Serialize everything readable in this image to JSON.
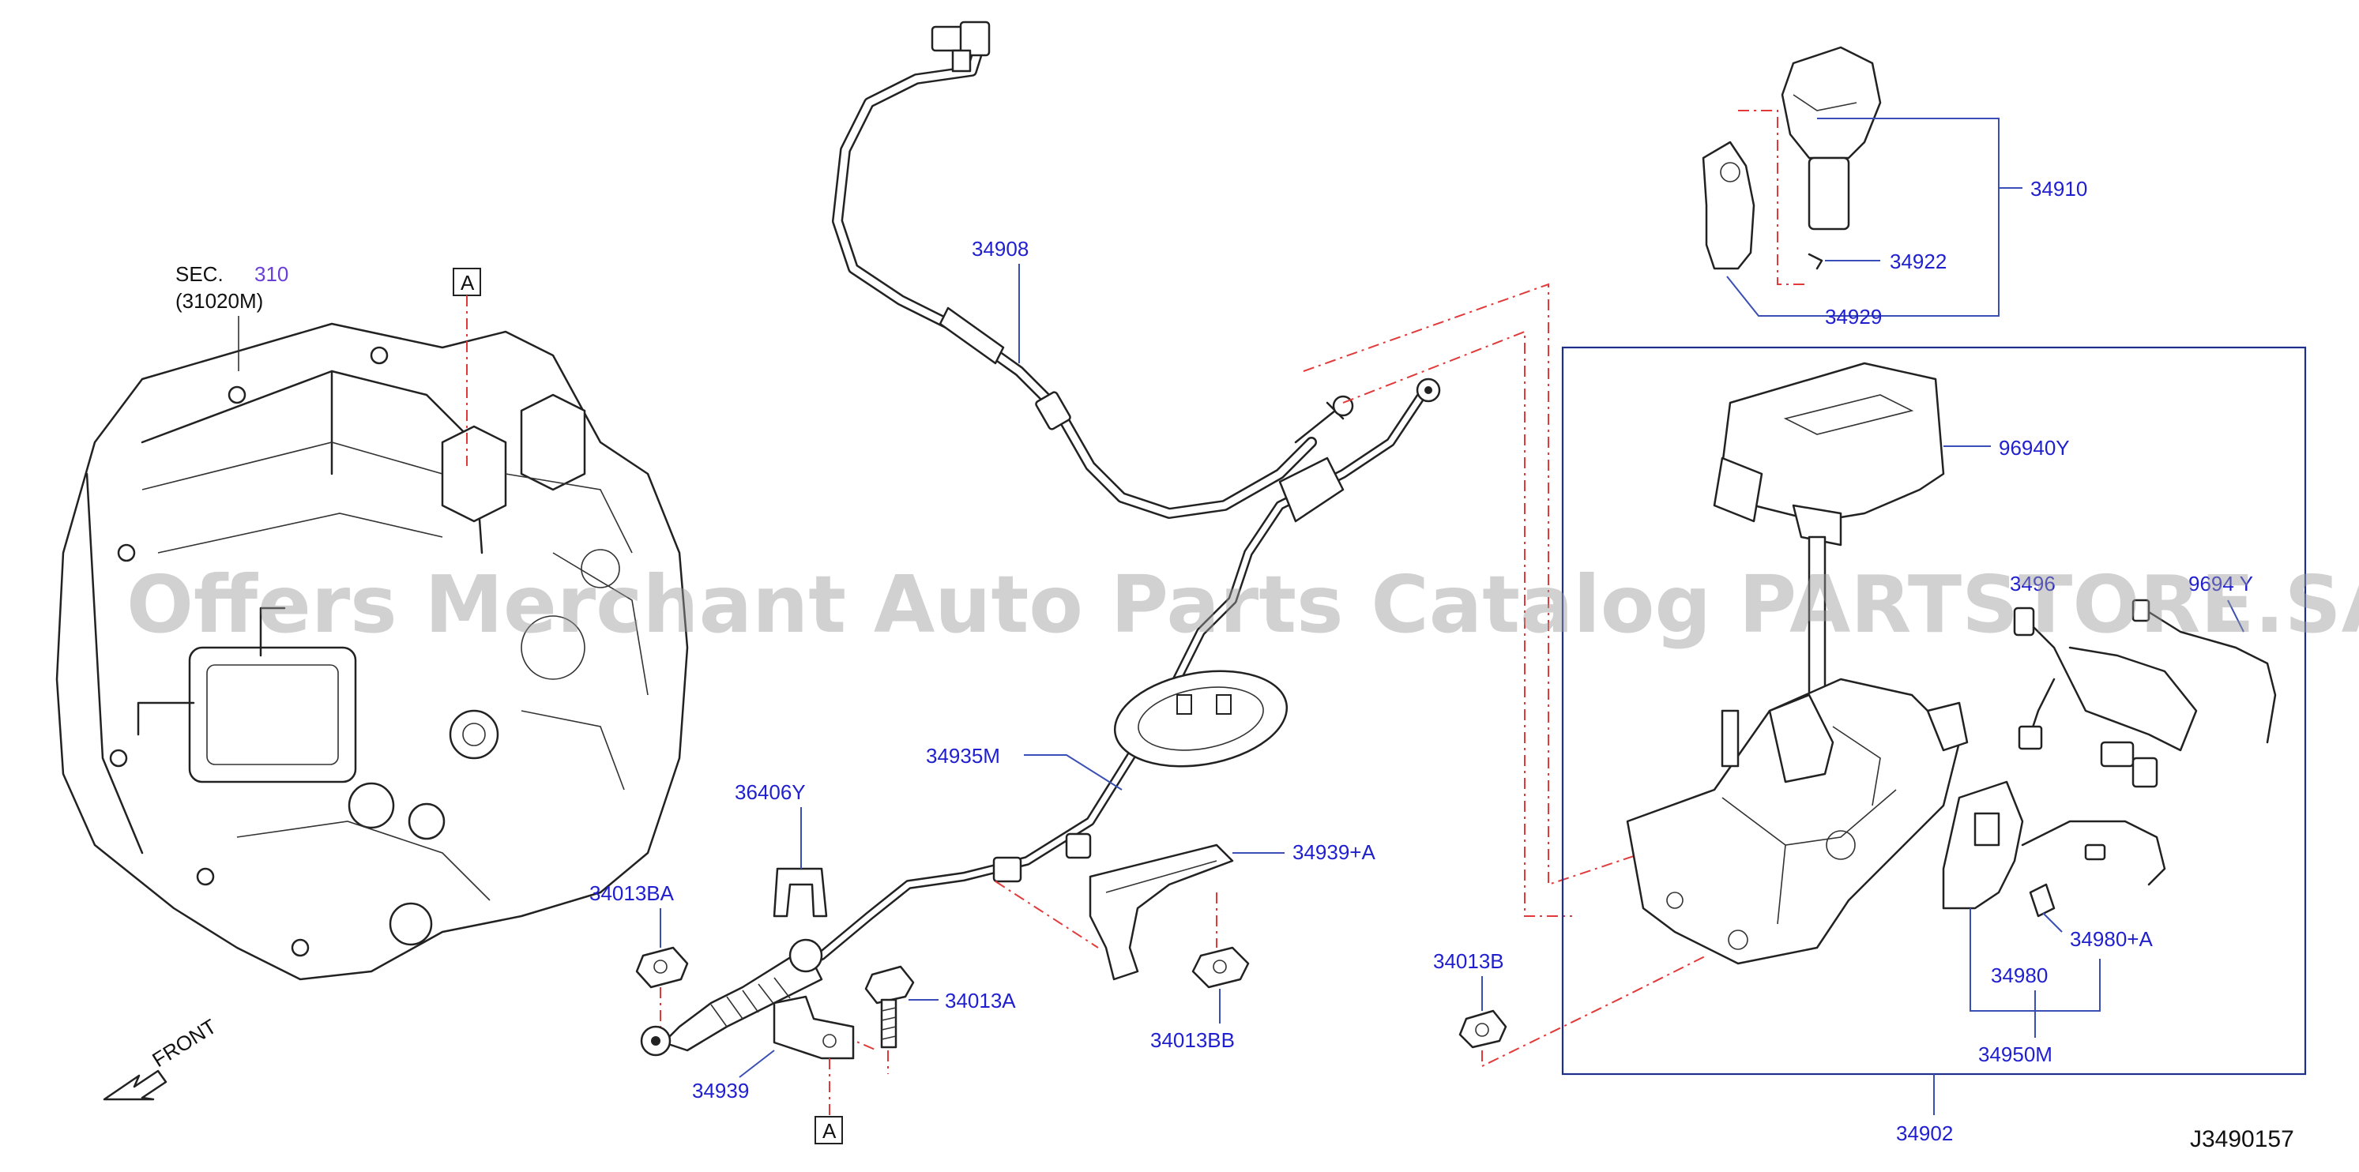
{
  "sec": {
    "prefix": "SEC.",
    "number": "310",
    "sub": "(31020M)"
  },
  "markers": {
    "a_top": "A",
    "a_bottom": "A"
  },
  "front_label": "FRONT",
  "diagram_id": "J3490157",
  "watermark": "Offers Merchant Auto Parts Catalog PARTSTORE.SA",
  "parts": {
    "p34908": "34908",
    "p34910": "34910",
    "p34922": "34922",
    "p34929": "34929",
    "p96940Y": "96940Y",
    "p3496x": "3496",
    "p9694xY": "9694 Y",
    "p34935M": "34935M",
    "p36406Y": "36406Y",
    "p34939A": "34939+A",
    "p34013BA": "34013BA",
    "p34013A": "34013A",
    "p34013BB": "34013BB",
    "p34939": "34939",
    "p34013B": "34013B",
    "p34980A": "34980+A",
    "p34980": "34980",
    "p34950M": "34950M",
    "p34902": "34902"
  },
  "colors": {
    "label": "#1f1fcf",
    "leader": "#3a4fb5",
    "ref_line": "#e23a3a",
    "line_art": "#222222"
  }
}
